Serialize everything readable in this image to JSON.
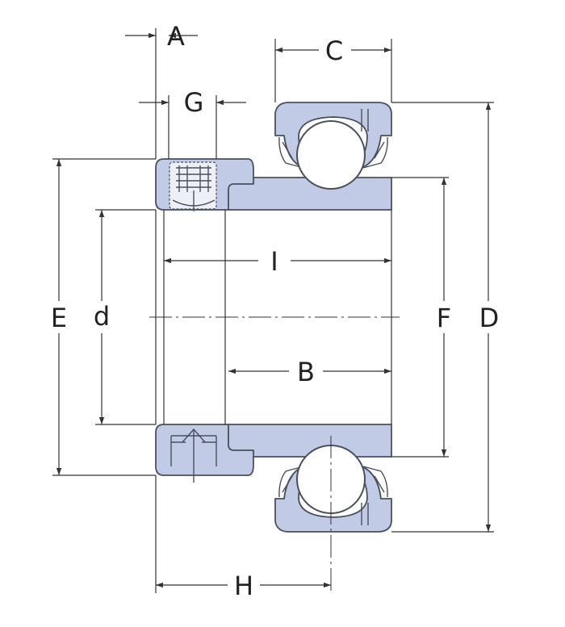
{
  "colors": {
    "part_fill": "#c2cbe6",
    "outline": "#4a4f5e",
    "dimension_line": "#333333",
    "background": "#ffffff"
  },
  "dimensions": {
    "A": "A",
    "G": "G",
    "C": "C",
    "I": "I",
    "B": "B",
    "E": "E",
    "d": "d",
    "F": "F",
    "D": "D",
    "H": "H"
  }
}
